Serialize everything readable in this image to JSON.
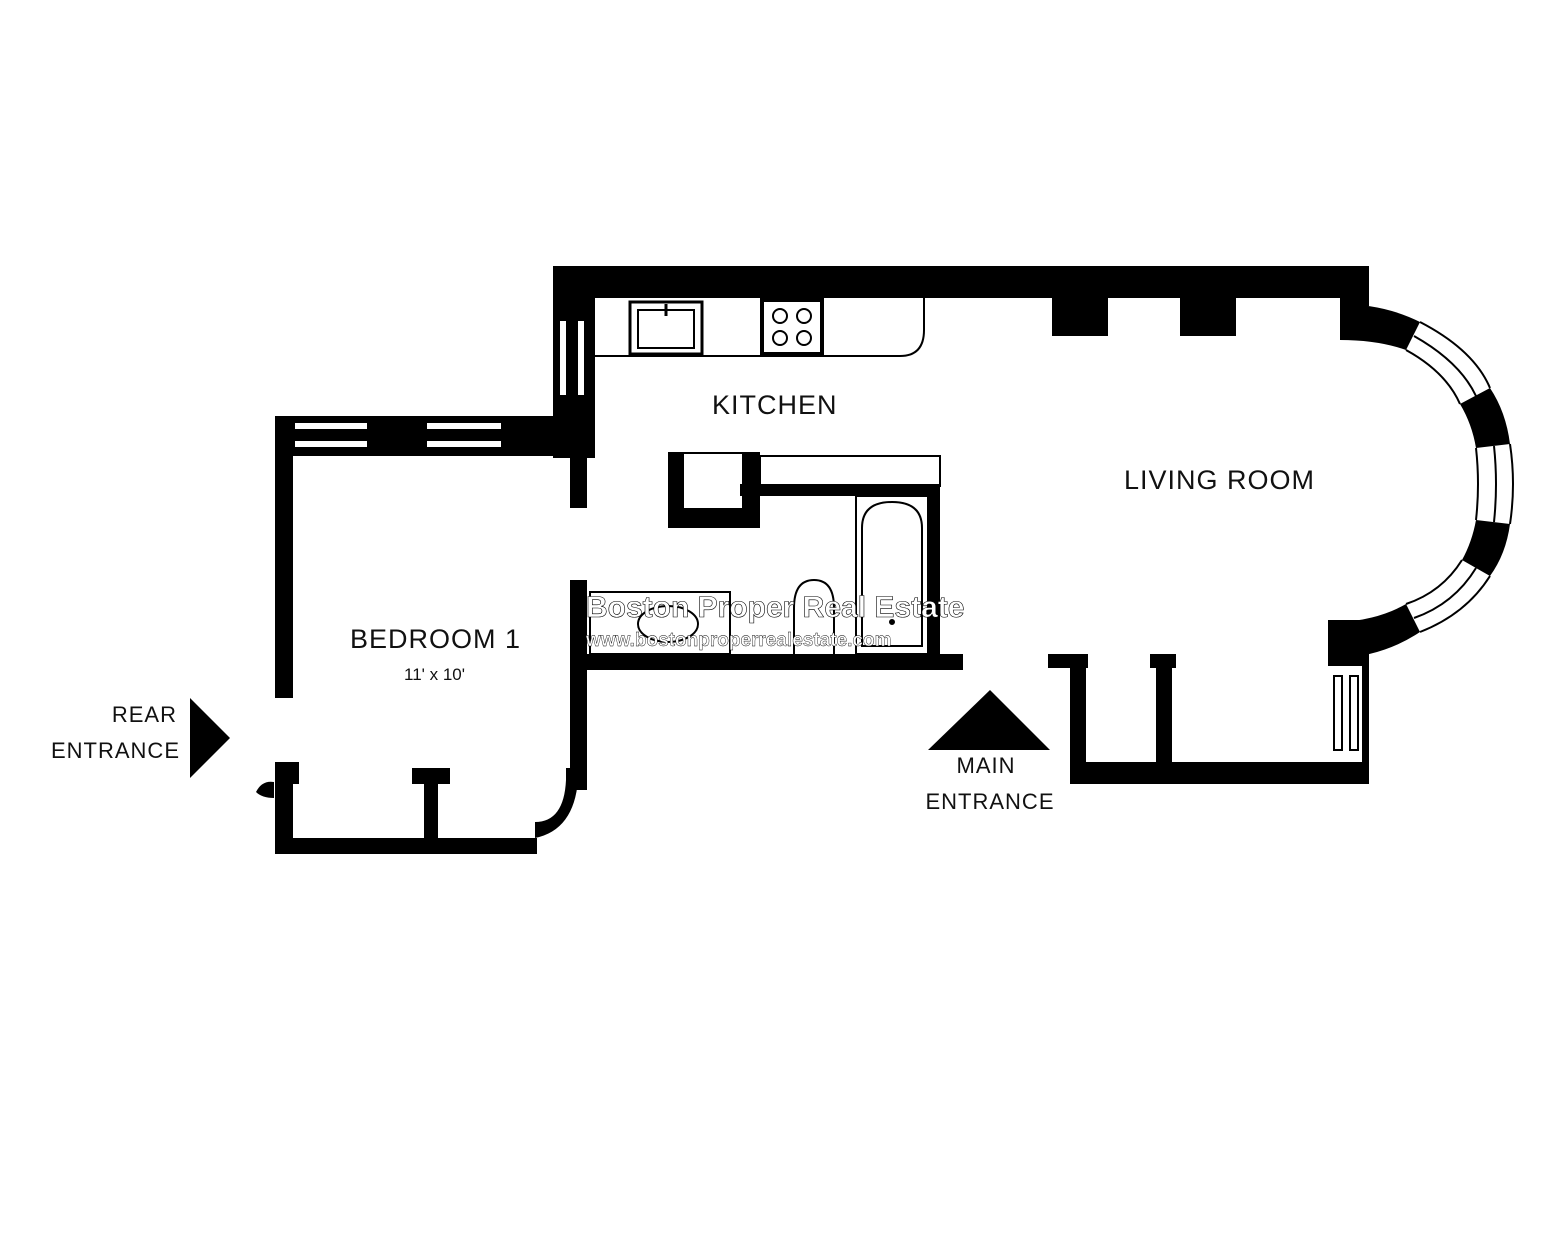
{
  "rooms": {
    "kitchen": "KITCHEN",
    "living_room": "LIVING ROOM",
    "bedroom": "BEDROOM 1",
    "bedroom_dimensions": "11' x 10'"
  },
  "entrances": {
    "rear_line1": "REAR",
    "rear_line2": "ENTRANCE",
    "main_line1": "MAIN",
    "main_line2": "ENTRANCE"
  },
  "watermark": {
    "name": "Boston Proper Real Estate",
    "url": "www.bostonproperrealestate.com"
  },
  "colors": {
    "wall": "#000000",
    "background": "#ffffff",
    "watermark": "#ffffff"
  }
}
